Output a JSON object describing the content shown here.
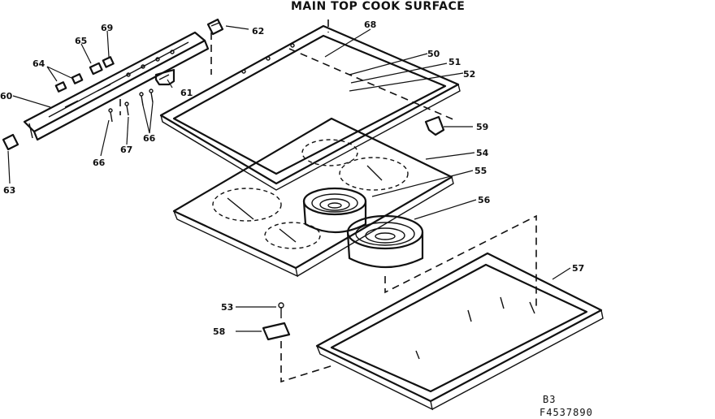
{
  "diagram": {
    "title": "MAIN TOP COOK SURFACE",
    "section_code": "B3",
    "figure_code": "F4537890",
    "callouts": {
      "p50": "50",
      "p51": "51",
      "p52": "52",
      "p53": "53",
      "p54": "54",
      "p55": "55",
      "p56": "56",
      "p57": "57",
      "p58": "58",
      "p59": "59",
      "p60": "60",
      "p61": "61",
      "p62": "62",
      "p63": "63",
      "p64": "64",
      "p65": "65",
      "p66a": "66",
      "p66b": "66",
      "p67": "67",
      "p68": "68",
      "p69": "69"
    }
  }
}
